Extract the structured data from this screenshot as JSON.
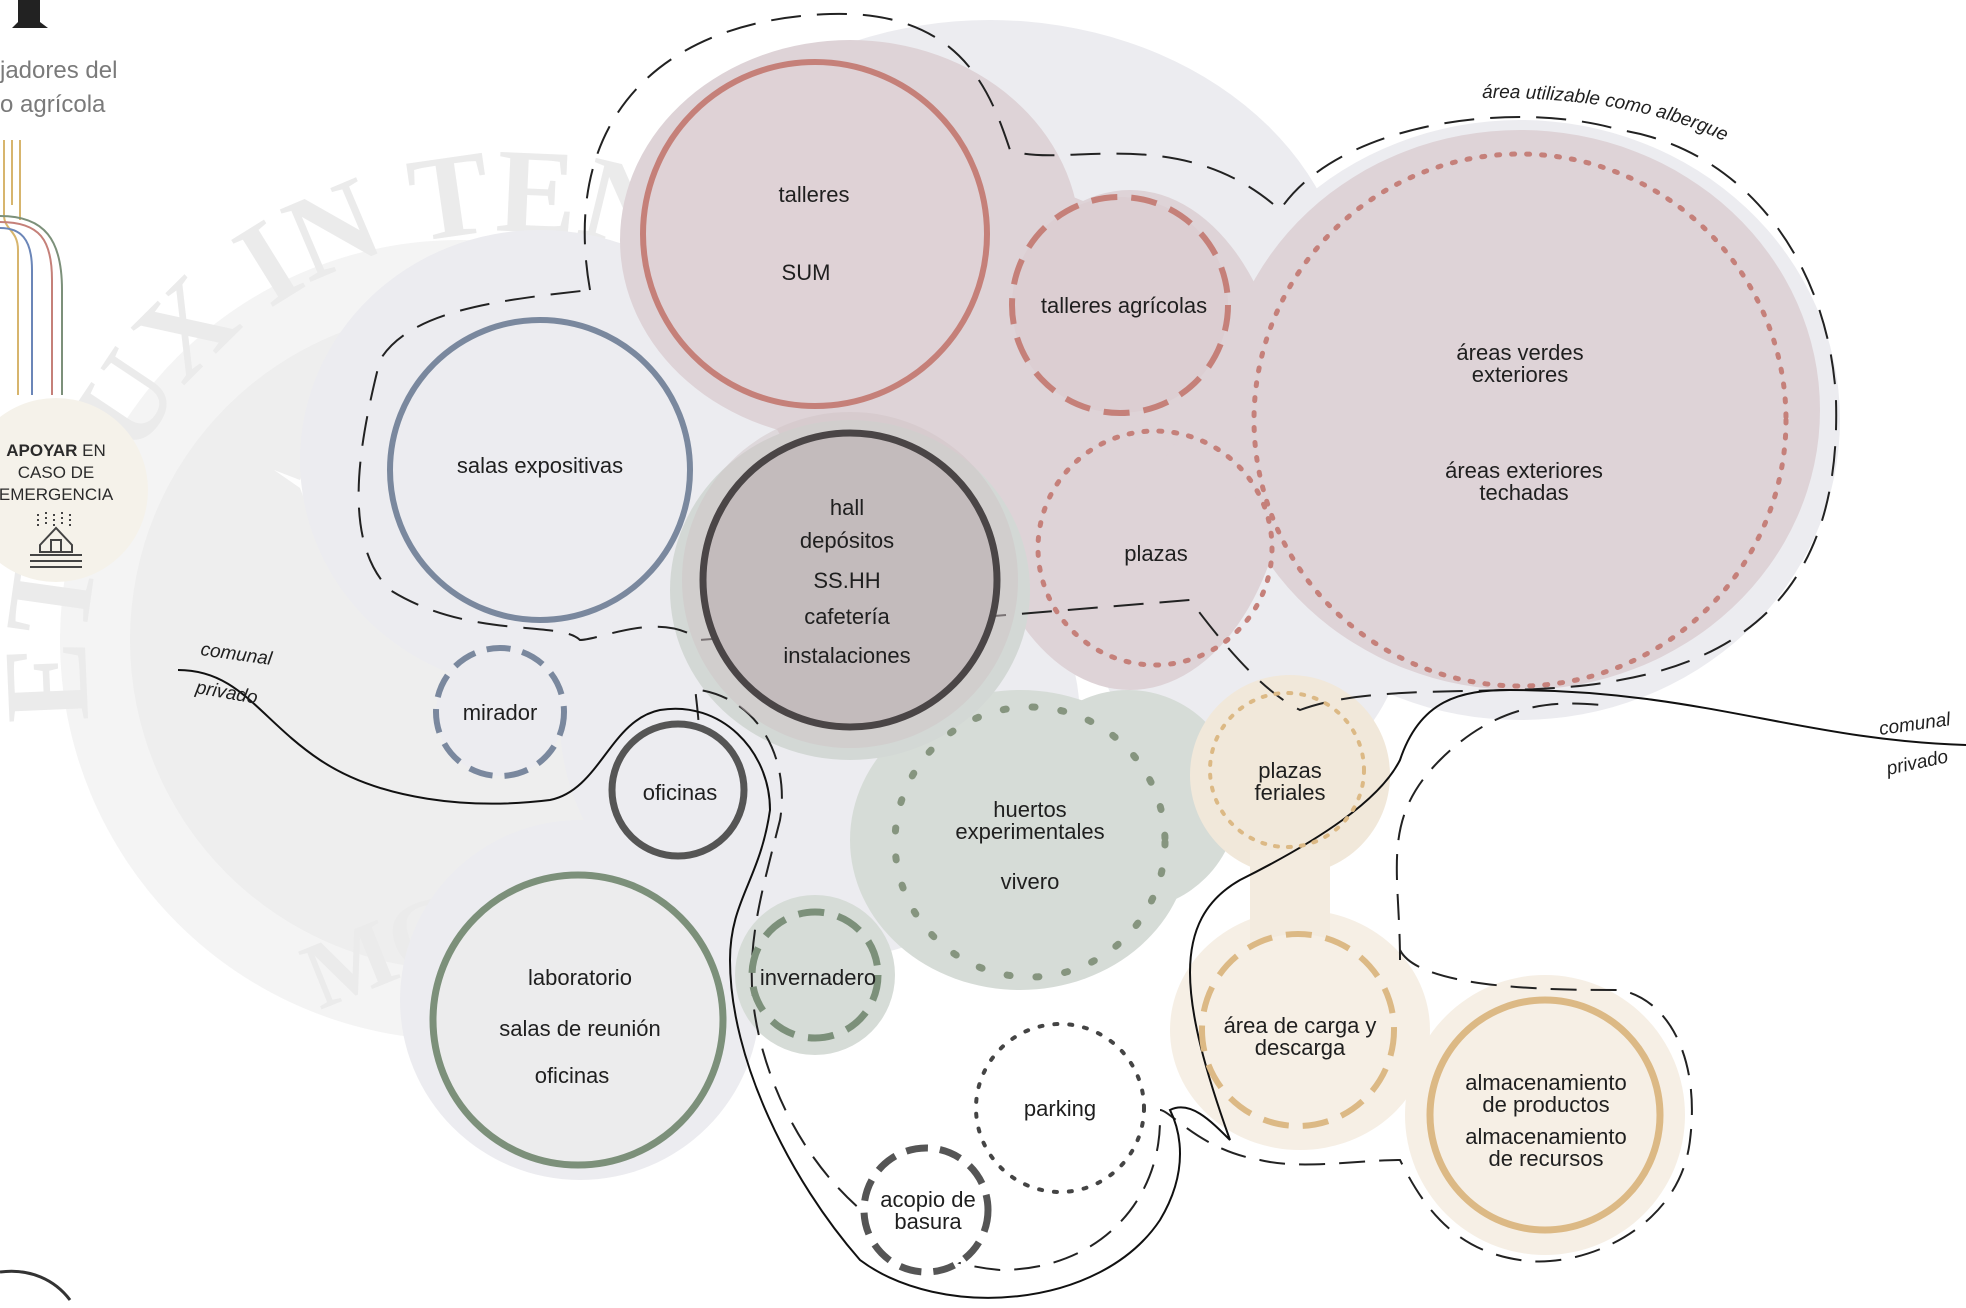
{
  "colors": {
    "red_ring": "#c58079",
    "red_zone": "#ded3d7",
    "blue_ring": "#7a889e",
    "dark_ring": "#4a4546",
    "hall_fill": "#c3bbbc",
    "green_ring": "#7c907a",
    "green_zone": "#d6dcd7",
    "tan_ring": "#dcb985",
    "tan_zone": "#f6efe5",
    "grey_zone": "#ececf0",
    "dotted_red": "#c5807a",
    "dotted_green": "#86957f"
  },
  "side_panel": {
    "title_line1": "jadores del",
    "title_line2": "o agrícola",
    "badge_bold": "APOYAR",
    "badge_rest": " EN",
    "badge_line2": "CASO DE",
    "badge_line3": "EMERGENCIA",
    "badge_icon": "house-flood-icon"
  },
  "watermark": {
    "arc_text": "ET LUX IN TENEBRIS",
    "bottom_text": "MCMXVII"
  },
  "labels": {
    "zone_shelter": "área utilizable como albergue",
    "comunal_left": "comunal",
    "privado_left": "privado",
    "comunal_right": "comunal",
    "privado_right": "privado"
  },
  "nodes": {
    "talleres": "talleres",
    "sum": "SUM",
    "talleres_agricolas": "talleres agrícolas",
    "areas_verdes_l1": "áreas verdes",
    "areas_verdes_l2": "exteriores",
    "areas_techadas_l1": "áreas exteriores",
    "areas_techadas_l2": "techadas",
    "salas_expositivas": "salas expositivas",
    "hall": "hall",
    "depositos": "depósitos",
    "sshh": "SS.HH",
    "cafeteria": "cafetería",
    "instalaciones": "instalaciones",
    "plazas": "plazas",
    "mirador": "mirador",
    "oficinas_small": "oficinas",
    "huertos_l1": "huertos",
    "huertos_l2": "experimentales",
    "vivero": "vivero",
    "plazas_feriales_l1": "plazas",
    "plazas_feriales_l2": "feriales",
    "laboratorio": "laboratorio",
    "salas_reunion": "salas de reunión",
    "oficinas_lab": "oficinas",
    "invernadero": "invernadero",
    "carga_l1": "área de carga y",
    "carga_l2": "descarga",
    "almac_prod_l1": "almacenamiento",
    "almac_prod_l2": "de productos",
    "almac_rec_l1": "almacenamiento",
    "almac_rec_l2": "de recursos",
    "parking": "parking",
    "acopio_l1": "acopio de",
    "acopio_l2": "basura"
  }
}
